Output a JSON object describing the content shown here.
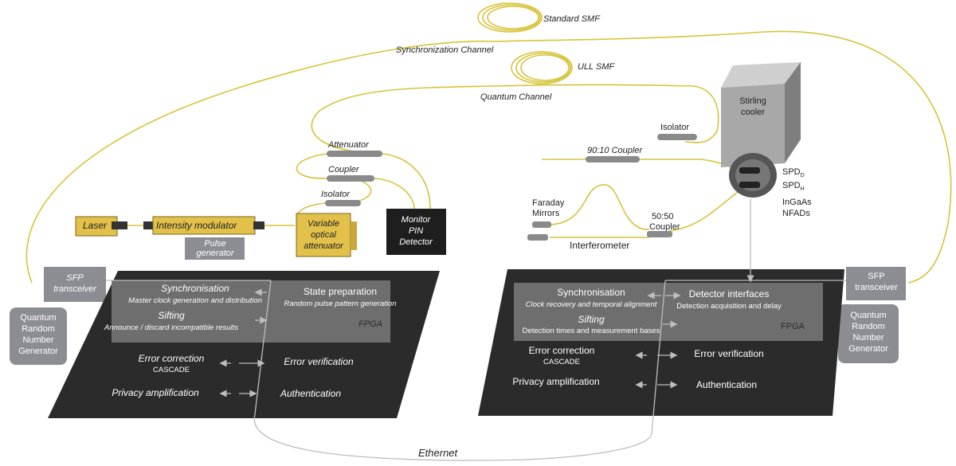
{
  "fibers": {
    "standard_smf": "Standard SMF",
    "sync_channel": "Synchronization Channel",
    "ull_smf": "ULL SMF",
    "quantum_channel": "Quantum Channel"
  },
  "alice": {
    "laser": "Laser",
    "intensity_modulator": "Intensity modulator",
    "attenuator": "Attenuator",
    "coupler": "Coupler",
    "isolator": "Isolator",
    "voa_line1": "Variable",
    "voa_line2": "optical",
    "voa_line3": "attenuator",
    "monitor_line1": "Monitor",
    "monitor_line2": "PIN",
    "monitor_line3": "Detector",
    "pulse_line1": "Pulse",
    "pulse_line2": "generator",
    "sfp_line1": "SFP",
    "sfp_line2": "transceiver",
    "qrng_line1": "Quantum",
    "qrng_line2": "Random",
    "qrng_line3": "Number",
    "qrng_line4": "Generator",
    "fpga": {
      "sync_title": "Synchronisation",
      "sync_sub": "Master clock generation and distribution",
      "state_title": "State preparation",
      "state_sub": "Random pulse pattern generation",
      "sifting_title": "Sifting",
      "sifting_sub": "Announce / discard incompatible results",
      "fpga_label": "FPGA",
      "error_correction": "Error correction",
      "cascade": "CASCADE",
      "error_verification": "Error verification",
      "privacy_amplification": "Privacy amplification",
      "authentication": "Authentication"
    }
  },
  "bob": {
    "stirling_line1": "Stirling",
    "stirling_line2": "cooler",
    "isolator": "Isolator",
    "coupler_9010": "90:10 Coupler",
    "spd_d": "SPD",
    "spd_d_sub": "D",
    "spd_h": "SPD",
    "spd_h_sub": "H",
    "ingaas_line1": "InGaAs",
    "ingaas_line2": "NFADs",
    "faraday_line1": "Faraday",
    "faraday_line2": "Mirrors",
    "coupler_5050_line1": "50:50",
    "coupler_5050_line2": "Coupler",
    "interferometer": "Interferometer",
    "sfp_line1": "SFP",
    "sfp_line2": "transceiver",
    "qrng_line1": "Quantum",
    "qrng_line2": "Random",
    "qrng_line3": "Number",
    "qrng_line4": "Generator",
    "fpga": {
      "sync_title": "Synchronisation",
      "sync_sub": "Clock recovery and temporal alignment",
      "detector_title": "Detector interfaces",
      "detector_sub": "Detection acquisition and delay",
      "sifting_title": "Sifting",
      "sifting_sub": "Detection times and measurement bases",
      "fpga_label": "FPGA",
      "error_correction": "Error correction",
      "cascade": "CASCADE",
      "error_verification": "Error verification",
      "privacy_amplification": "Privacy amplification",
      "authentication": "Authentication"
    }
  },
  "ethernet": "Ethernet",
  "colors": {
    "fiber": "#d8c33a",
    "component_gold": "#e2c14a",
    "panel_dark": "#2b2b2b",
    "fpga_gray": "#6e6e6e",
    "gray_box": "#8c8c93",
    "arrow": "#bdbdbd"
  }
}
